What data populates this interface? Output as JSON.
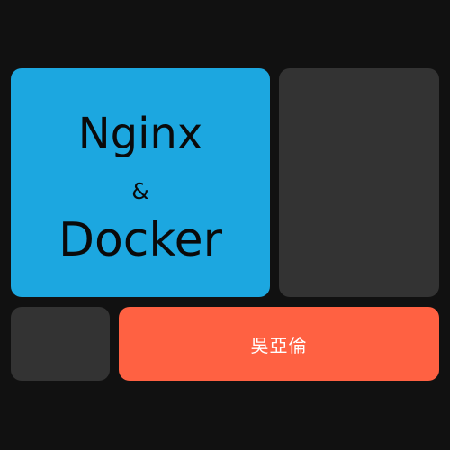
{
  "cover": {
    "title_line_1": "Nginx",
    "title_amp": "&",
    "title_line_2": "Docker",
    "author": "吳亞倫"
  },
  "colors": {
    "background": "#111111",
    "main_tile": "#1ca7e0",
    "placeholder_tile": "#333333",
    "author_tile": "#ff6142",
    "title_text": "#0a0a0a",
    "author_text": "#ffffff"
  }
}
